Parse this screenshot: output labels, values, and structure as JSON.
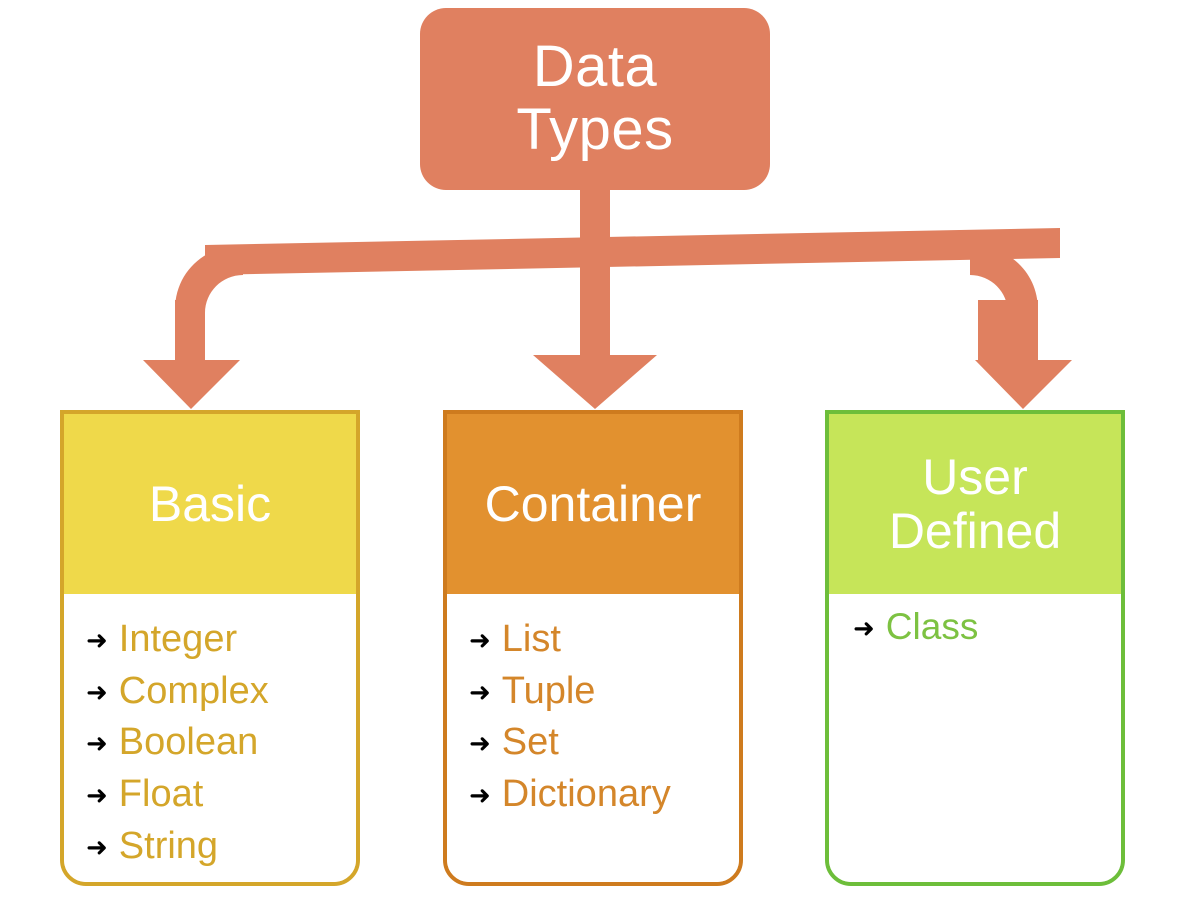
{
  "diagram": {
    "title": "Data Types",
    "root": {
      "label_line1": "Data",
      "label_line2": "Types",
      "color": "#E08060",
      "text_color": "#FFFFFF"
    },
    "connector": {
      "color": "#E08060",
      "style": "elbow-arrows",
      "arrow_count": 3
    },
    "bullet_glyph": "➜",
    "categories": [
      {
        "name": "basic",
        "header_line1": "Basic",
        "header_line2": "",
        "header_color": "#EFD94A",
        "border_color": "#D4A62A",
        "text_color": "#D4A62A",
        "header_text_color": "#FFFFFF",
        "items": [
          "Integer",
          "Complex",
          "Boolean",
          "Float",
          "String"
        ]
      },
      {
        "name": "container",
        "header_line1": "Container",
        "header_line2": "",
        "header_color": "#E2912F",
        "border_color": "#CE7B1E",
        "text_color": "#D4862A",
        "header_text_color": "#FFFFFF",
        "items": [
          "List",
          "Tuple",
          "Set",
          "Dictionary"
        ]
      },
      {
        "name": "userdef",
        "header_line1": "User",
        "header_line2": "Defined",
        "header_color": "#C6E559",
        "border_color": "#6DBE3A",
        "text_color": "#7DC242",
        "header_text_color": "#FFFFFF",
        "items": [
          "Class"
        ]
      }
    ]
  }
}
